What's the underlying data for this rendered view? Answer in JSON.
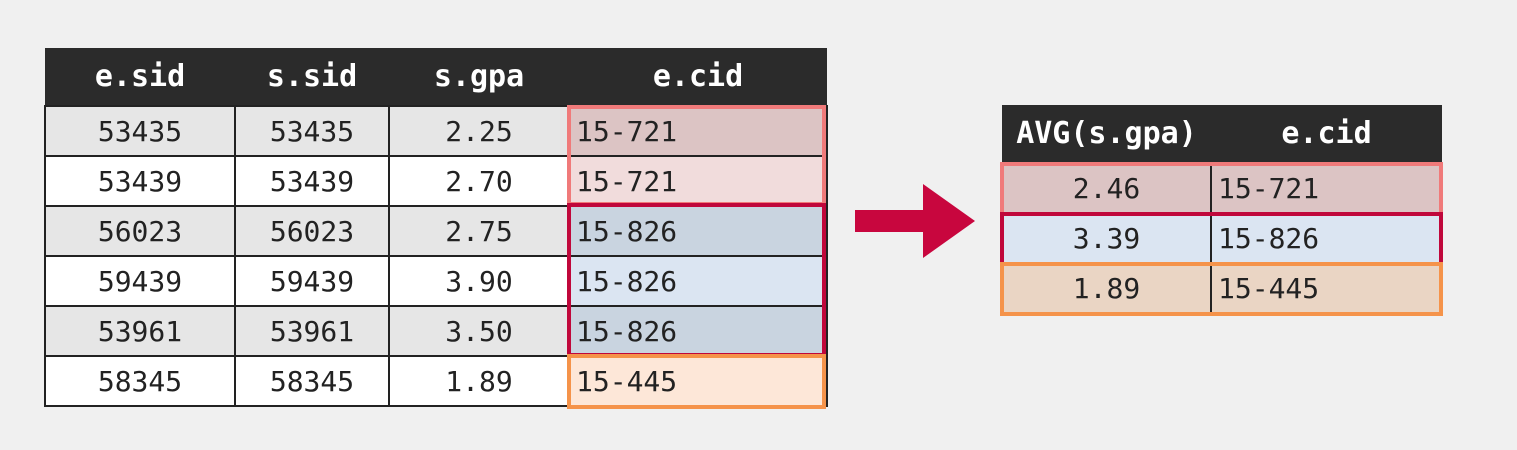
{
  "left_table": {
    "headers": [
      "e.sid",
      "s.sid",
      "s.gpa",
      "e.cid"
    ],
    "rows": [
      [
        "53435",
        "53435",
        "2.25",
        "15-721"
      ],
      [
        "53439",
        "53439",
        "2.70",
        "15-721"
      ],
      [
        "56023",
        "56023",
        "2.75",
        "15-826"
      ],
      [
        "59439",
        "59439",
        "3.90",
        "15-826"
      ],
      [
        "53961",
        "53961",
        "3.50",
        "15-826"
      ],
      [
        "58345",
        "58345",
        "1.89",
        "15-445"
      ]
    ]
  },
  "right_table": {
    "headers": [
      "AVG(s.gpa)",
      "e.cid"
    ],
    "rows": [
      [
        "2.46",
        "15-721"
      ],
      [
        "3.39",
        "15-826"
      ],
      [
        "1.89",
        "15-445"
      ]
    ]
  },
  "colors": {
    "group_15_721": "#f07a7a",
    "group_15_826": "#c0073b",
    "group_15_445": "#f5934a",
    "arrow": "#c8063e",
    "header_bg": "#2b2b2b"
  }
}
